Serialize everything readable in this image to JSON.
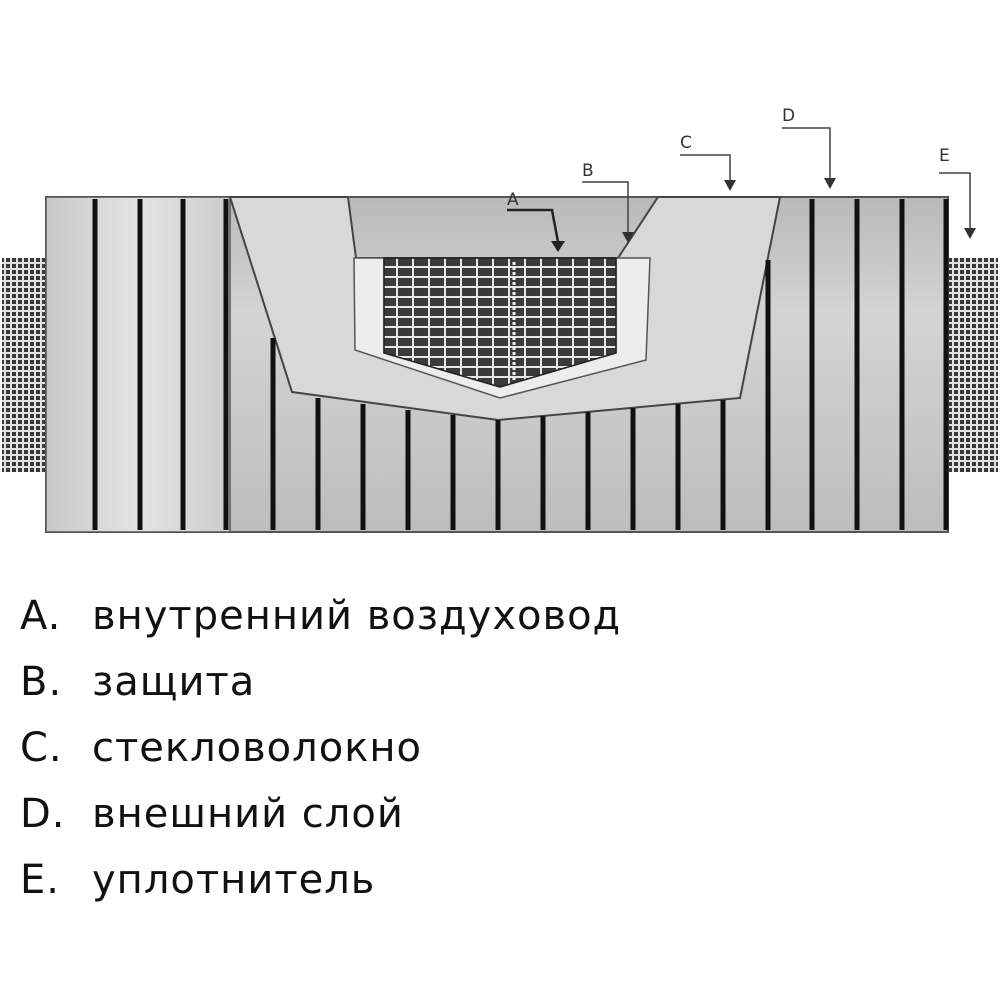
{
  "callouts": [
    {
      "letter": "A"
    },
    {
      "letter": "B"
    },
    {
      "letter": "C"
    },
    {
      "letter": "D"
    },
    {
      "letter": "E"
    }
  ],
  "legend": [
    {
      "key": "A.",
      "label": "внутренний воздуховод"
    },
    {
      "key": "B.",
      "label": "защита"
    },
    {
      "key": "C.",
      "label": "стекловолокно"
    },
    {
      "key": "D.",
      "label": "внешний слой"
    },
    {
      "key": "E.",
      "label": "уплотнитель"
    }
  ],
  "colors": {
    "outer_layer": "#c6c6c6",
    "fiberglass": "#d8d8d8",
    "protection": "#ececec",
    "inner_duct": "#2e2e2e",
    "rib": "#111111",
    "seal": "#3a3a3a"
  }
}
